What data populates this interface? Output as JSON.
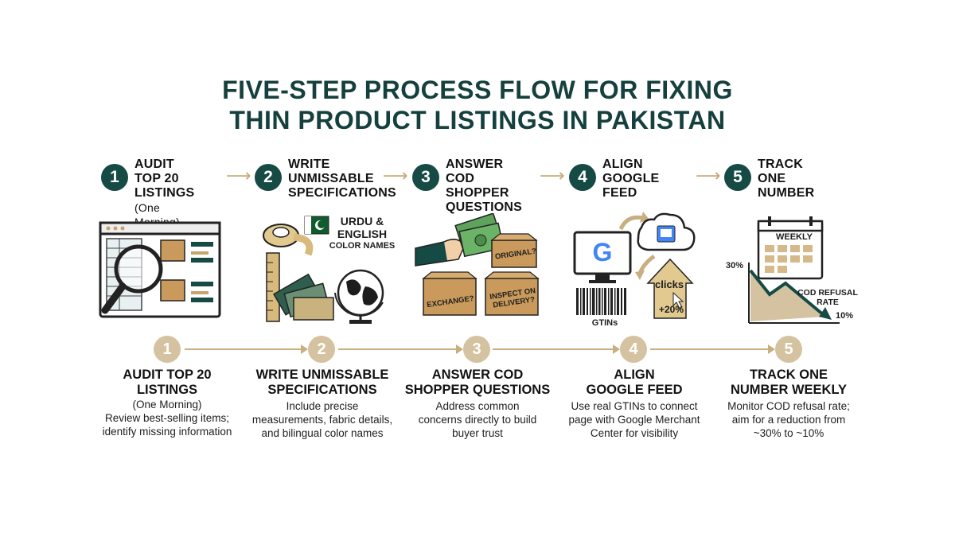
{
  "title": {
    "line1": "FIVE-STEP PROCESS FLOW FOR FIXING",
    "line2": "THIN PRODUCT LISTINGS IN PAKISTAN"
  },
  "steps": [
    {
      "number": "1",
      "header_lines": [
        "AUDIT TOP 20",
        "LISTINGS"
      ],
      "header_sub": "(One Morning)",
      "desc_title_lines": [
        "AUDIT TOP 20",
        "LISTINGS"
      ],
      "desc_sub": "(One Morning)",
      "desc_body_lines": [
        "Review best-selling items;",
        "identify missing information"
      ]
    },
    {
      "number": "2",
      "header_lines": [
        "WRITE",
        "UNMISSABLE",
        "SPECIFICATIONS"
      ],
      "desc_title_lines": [
        "WRITE UNMISSABLE",
        "SPECIFICATIONS"
      ],
      "desc_body_lines": [
        "Include precise",
        "measurements, fabric details,",
        "and bilingual color names"
      ],
      "illus_label_lines": [
        "URDU &",
        "ENGLISH",
        "COLOR NAMES"
      ]
    },
    {
      "number": "3",
      "header_lines": [
        "ANSWER COD",
        "SHOPPER",
        "QUESTIONS"
      ],
      "desc_title_lines": [
        "ANSWER COD",
        "SHOPPER QUESTIONS"
      ],
      "desc_body_lines": [
        "Address common",
        "concerns directly to build",
        "buyer trust"
      ],
      "box_labels": [
        "ORIGINAL?",
        "EXCHANGE?",
        "INSPECT ON",
        "DELIVERY?"
      ]
    },
    {
      "number": "4",
      "header_lines": [
        "ALIGN",
        "GOOGLE FEED"
      ],
      "desc_title_lines": [
        "ALIGN",
        "GOOGLE FEED"
      ],
      "desc_body_lines": [
        "Use real GTINs to connect",
        "page with Google Merchant",
        "Center for visibility"
      ],
      "illus_labels": {
        "clicks": "clicks",
        "increase": "+20%",
        "barcode": "GTINs"
      }
    },
    {
      "number": "5",
      "header_lines": [
        "TRACK ONE",
        "NUMBER"
      ],
      "desc_title_lines": [
        "TRACK ONE",
        "NUMBER WEEKLY"
      ],
      "desc_body_lines": [
        "Monitor COD refusal rate;",
        "aim for a reduction from",
        "~30% to ~10%"
      ],
      "illus_labels": {
        "calendar": "WEEKLY",
        "start": "30%",
        "metric_line1": "COD REFUSAL",
        "metric_line2": "RATE",
        "end": "10%"
      }
    }
  ],
  "colors": {
    "primary": "#164a45",
    "accent": "#c9ae80",
    "title": "#15403d",
    "kraft": "#c99a5b",
    "money": "#5ea35b"
  }
}
